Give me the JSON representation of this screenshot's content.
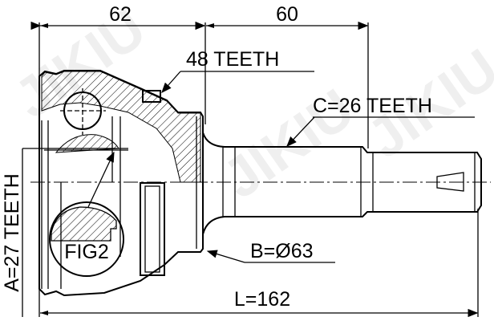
{
  "dimensions": {
    "housing_length": "62",
    "shaft_length": "60",
    "overall_length": "L=162"
  },
  "callouts": {
    "abs_teeth": "48 TEETH",
    "outer_spline": "C=26 TEETH",
    "seal_diameter": "B=Ø63",
    "inner_spline": "A=27 TEETH",
    "figure_label": "FIG2"
  },
  "watermark": "JIKIU"
}
